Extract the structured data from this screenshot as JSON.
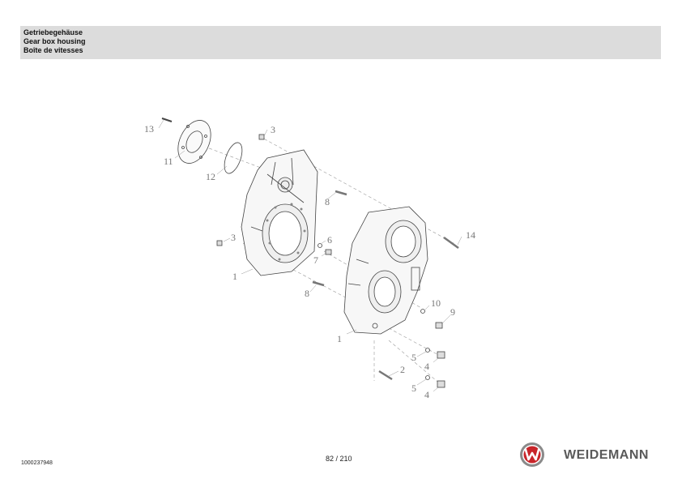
{
  "header": {
    "title_de": "Getriebegehäuse",
    "title_en": "Gear box housing",
    "title_fr": "Boîte de vitesses"
  },
  "callouts": {
    "c13": "13",
    "c11": "11",
    "c12": "12",
    "c3a": "3",
    "c8a": "8",
    "c3b": "3",
    "c1a": "1",
    "c6": "6",
    "c7": "7",
    "c8b": "8",
    "c14": "14",
    "c10": "10",
    "c9": "9",
    "c1b": "1",
    "c5a": "5",
    "c4a": "4",
    "c2": "2",
    "c5b": "5",
    "c4b": "4"
  },
  "footer": {
    "doc_number": "1000237948",
    "page": "82 / 210",
    "brand": "WEIDEMANN"
  },
  "colors": {
    "brand_red": "#c8252a",
    "brand_grey": "#5a5a5a",
    "header_bg": "#dcdcdc"
  }
}
